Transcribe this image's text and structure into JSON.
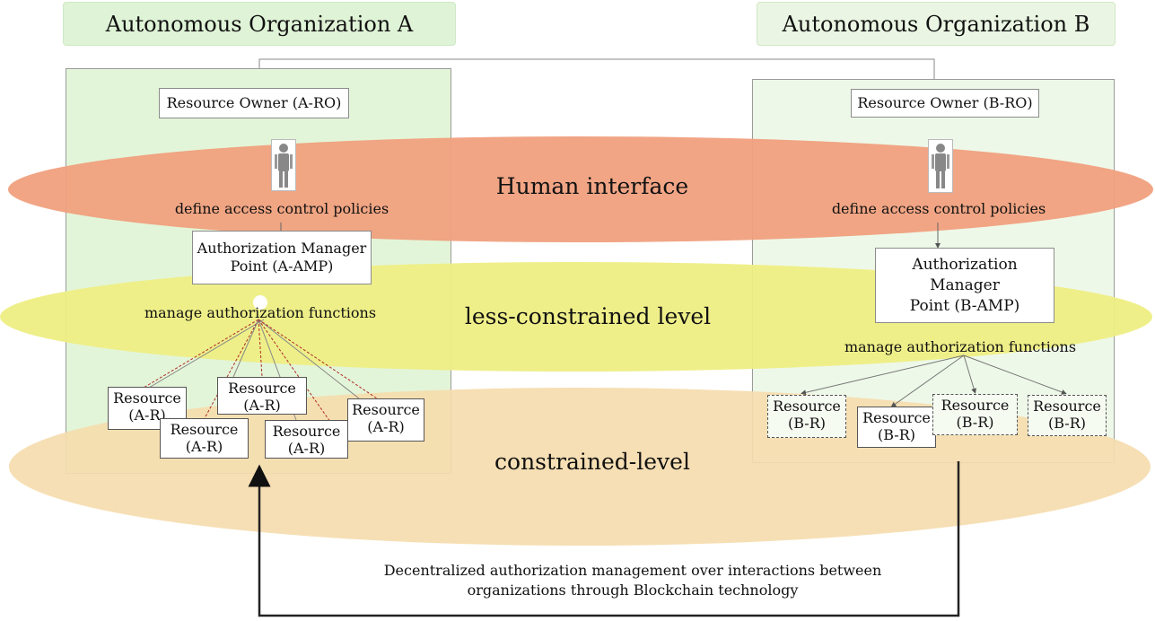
{
  "orgA": {
    "title": "Autonomous Organization A",
    "resource_owner": "Resource Owner (A-RO)",
    "define_policies": "define access control policies",
    "amp_line1": "Authorization Manager",
    "amp_line2": "Point (A-AMP)",
    "manage_functions": "manage authorization functions",
    "resources": [
      {
        "line1": "Resource",
        "line2": "(A-R)"
      },
      {
        "line1": "Resource",
        "line2": "(A-R)"
      },
      {
        "line1": "Resource",
        "line2": "(A-R)"
      },
      {
        "line1": "Resource",
        "line2": "(A-R)"
      },
      {
        "line1": "Resource",
        "line2": "(A-R)"
      }
    ]
  },
  "orgB": {
    "title": "Autonomous Organization B",
    "resource_owner": "Resource Owner (B-RO)",
    "define_policies": "define access control policies",
    "amp_line1": "Authorization Manager",
    "amp_line2": "Point (B-AMP)",
    "manage_functions": "manage authorization functions",
    "resources": [
      {
        "line1": "Resource",
        "line2": "(B-R)"
      },
      {
        "line1": "Resource",
        "line2": "(B-R)"
      },
      {
        "line1": "Resource",
        "line2": "(B-R)"
      },
      {
        "line1": "Resource",
        "line2": "(B-R)"
      }
    ]
  },
  "levels": {
    "human": "Human interface",
    "less_constrained": "less-constrained level",
    "constrained": "constrained-level"
  },
  "footer": {
    "line1": "Decentralized authorization management over interactions between",
    "line2": "organizations through Blockchain technology"
  },
  "colors": {
    "panel_green": "#e3f5d8",
    "title_green": "#dff3d6",
    "human_ellipse": "#f0a07e",
    "less_ellipse": "#eeee84",
    "constrained_ellipse": "#f5dcae",
    "arrow_line": "#333333"
  },
  "icons": [
    "person-icon"
  ]
}
